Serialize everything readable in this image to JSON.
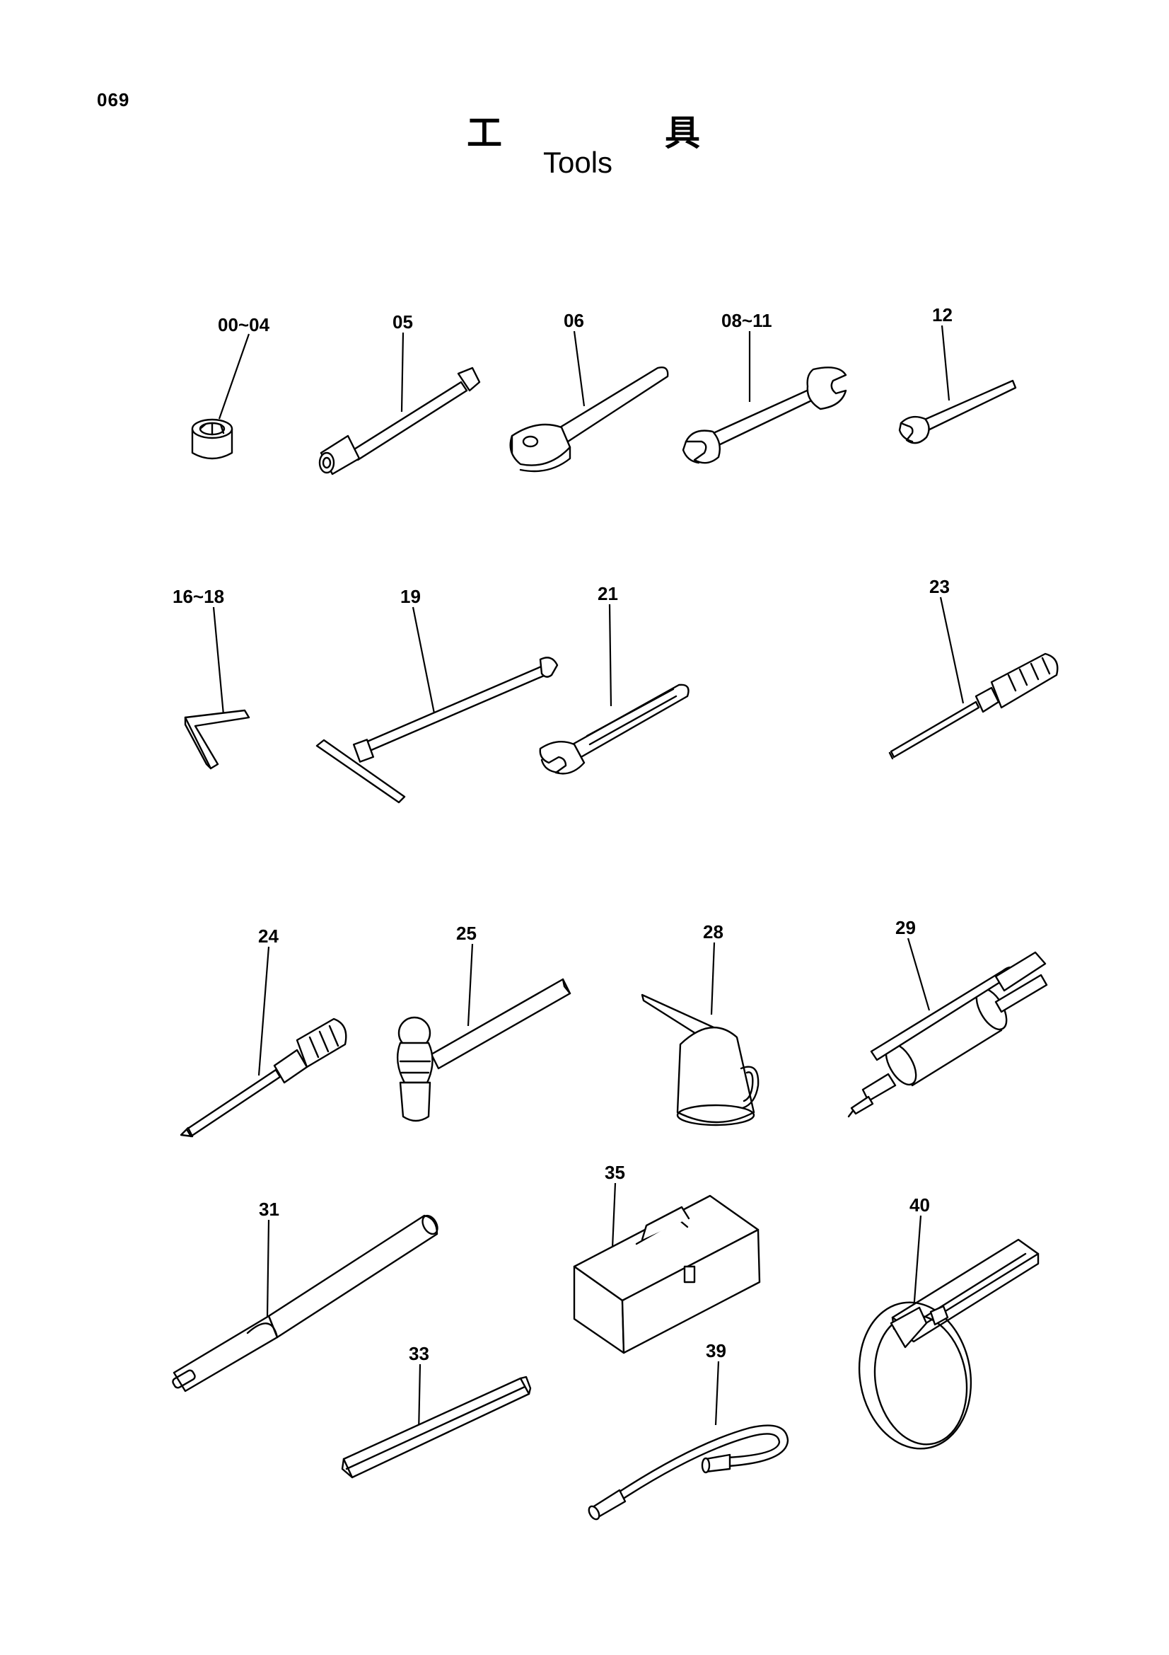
{
  "page_number": "069",
  "title_jp_1": "工",
  "title_jp_2": "具",
  "title_en": "Tools",
  "parts": [
    {
      "id": "socket",
      "label": "00~04"
    },
    {
      "id": "socket-wrench-bar",
      "label": "05"
    },
    {
      "id": "ring-wrench",
      "label": "06"
    },
    {
      "id": "double-open-wrench",
      "label": "08~11"
    },
    {
      "id": "open-wrench",
      "label": "12"
    },
    {
      "id": "hex-key",
      "label": "16~18"
    },
    {
      "id": "t-handle-wrench",
      "label": "19"
    },
    {
      "id": "adjustable-wrench",
      "label": "21"
    },
    {
      "id": "flat-screwdriver",
      "label": "23"
    },
    {
      "id": "phillips-screwdriver",
      "label": "24"
    },
    {
      "id": "hammer",
      "label": "25"
    },
    {
      "id": "oil-can",
      "label": "28"
    },
    {
      "id": "grease-gun",
      "label": "29"
    },
    {
      "id": "pipe-bar",
      "label": "31"
    },
    {
      "id": "hex-bar",
      "label": "33"
    },
    {
      "id": "tool-box",
      "label": "35"
    },
    {
      "id": "grease-hose",
      "label": "39"
    },
    {
      "id": "filter-wrench",
      "label": "40"
    }
  ]
}
